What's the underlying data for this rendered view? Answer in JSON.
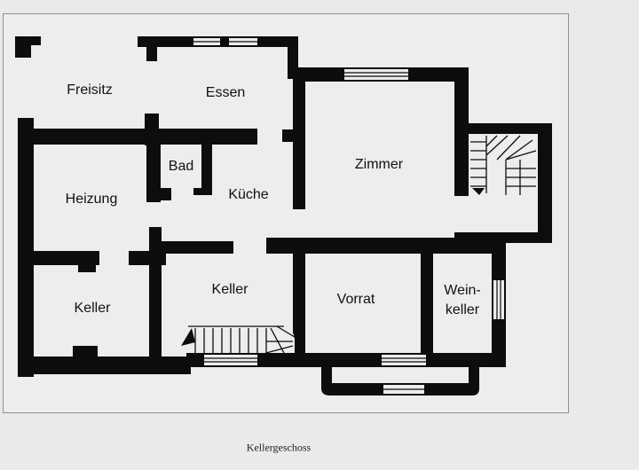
{
  "rooms": {
    "freisitz": "Freisitz",
    "essen": "Essen",
    "zimmer": "Zimmer",
    "bad": "Bad",
    "kueche": "Küche",
    "heizung": "Heizung",
    "keller_left": "Keller",
    "keller_center": "Keller",
    "vorrat": "Vorrat",
    "weinkeller_1": "Wein-",
    "weinkeller_2": "keller"
  },
  "caption": "Kellergeschoss",
  "colors": {
    "wall": "#0d0d0d",
    "paper": "#ededee",
    "background": "#e9eaea",
    "frame": "#8e8f90"
  }
}
